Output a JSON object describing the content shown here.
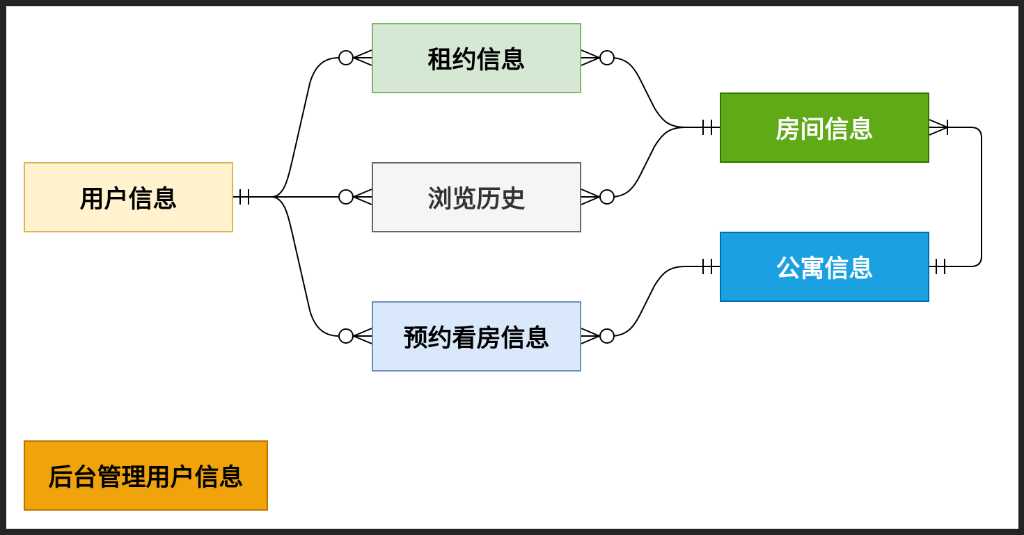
{
  "entities": {
    "user": {
      "label": "用户信息",
      "fill": "#fff2cc",
      "stroke": "#d6b656",
      "text_color": "#000000"
    },
    "rental": {
      "label": "租约信息",
      "fill": "#d5e8d4",
      "stroke": "#82b366",
      "text_color": "#000000"
    },
    "history": {
      "label": "浏览历史",
      "fill": "#f5f5f5",
      "stroke": "#666666",
      "text_color": "#333333"
    },
    "viewing": {
      "label": "预约看房信息",
      "fill": "#dae8fc",
      "stroke": "#6c8ebf",
      "text_color": "#000000"
    },
    "room": {
      "label": "房间信息",
      "fill": "#60a917",
      "stroke": "#2d7600",
      "text_color": "#ffffff"
    },
    "apartment": {
      "label": "公寓信息",
      "fill": "#1ba1e2",
      "stroke": "#006eaf",
      "text_color": "#ffffff"
    },
    "admin": {
      "label": "后台管理用户信息",
      "fill": "#f0a30a",
      "stroke": "#bd7000",
      "text_color": "#000000"
    }
  },
  "relationships": [
    {
      "from": "user",
      "from_cardinality": "one-mandatory",
      "to": "rental",
      "to_cardinality": "zero-or-many"
    },
    {
      "from": "user",
      "from_cardinality": "one-mandatory",
      "to": "history",
      "to_cardinality": "zero-or-many"
    },
    {
      "from": "user",
      "from_cardinality": "one-mandatory",
      "to": "viewing",
      "to_cardinality": "zero-or-many"
    },
    {
      "from": "rental",
      "from_cardinality": "zero-or-many",
      "to": "room",
      "to_cardinality": "one-mandatory"
    },
    {
      "from": "history",
      "from_cardinality": "zero-or-many",
      "to": "room",
      "to_cardinality": "one-mandatory"
    },
    {
      "from": "viewing",
      "from_cardinality": "zero-or-many",
      "to": "apartment",
      "to_cardinality": "one-mandatory"
    },
    {
      "from": "room",
      "from_cardinality": "one-or-many",
      "to": "apartment",
      "to_cardinality": "one-mandatory"
    }
  ]
}
